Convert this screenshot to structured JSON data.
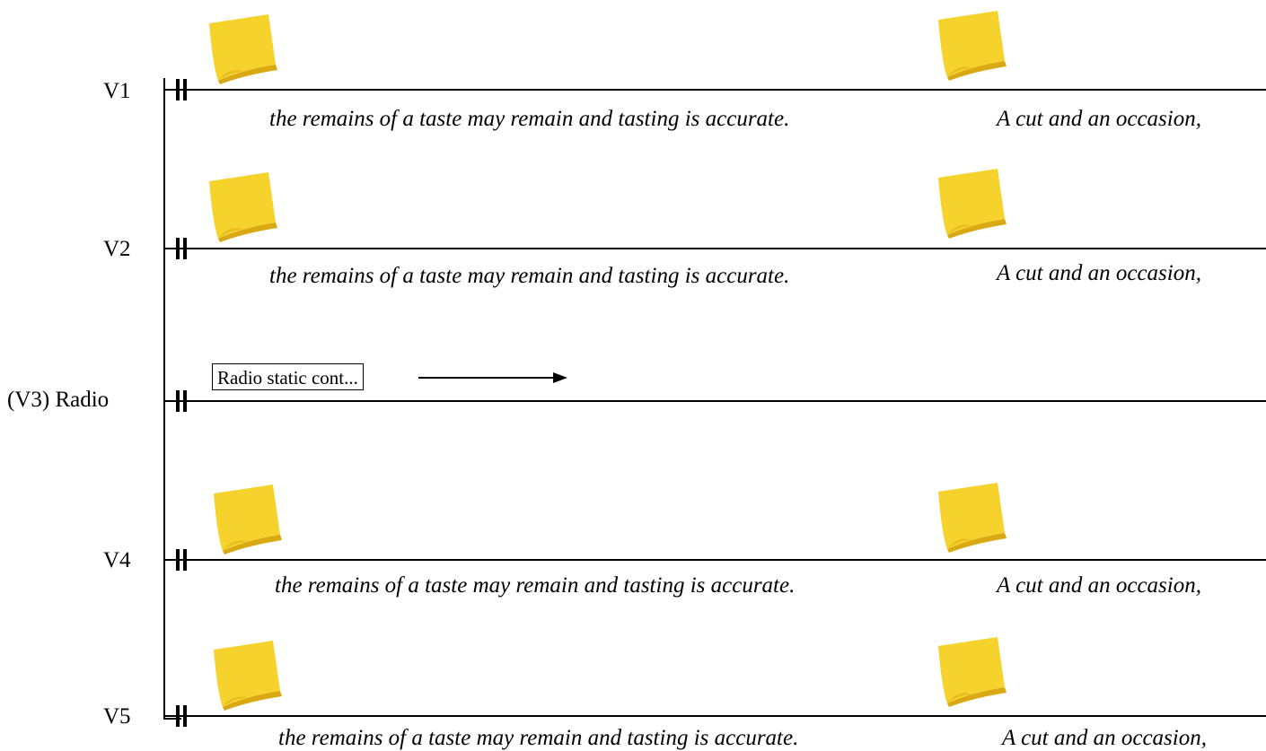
{
  "tracks": [
    {
      "label": "V1",
      "lyric_left": "the remains of a taste may remain and tasting is accurate.",
      "lyric_right": "A cut and an occasion,"
    },
    {
      "label": "V2",
      "lyric_left": "the remains of a taste may remain and tasting is accurate.",
      "lyric_right": "A cut and an occasion,"
    },
    {
      "label": "(V3) Radio",
      "clip": "Radio static cont..."
    },
    {
      "label": "V4",
      "lyric_left": "the remains of a taste may remain and tasting is accurate.",
      "lyric_right": "A cut and an occasion,"
    },
    {
      "label": "V5",
      "lyric_left": "the remains of a taste may remain and tasting is accurate.",
      "lyric_right": "A cut and an occasion,"
    }
  ],
  "colors": {
    "note_yellow": "#f6d32c",
    "note_shadow": "#d9a812",
    "line": "#000000"
  },
  "icons": {
    "sticky_note": "sticky-note-icon",
    "track_marker": "double-bar-marker-icon",
    "arrow": "right-arrow-icon"
  }
}
